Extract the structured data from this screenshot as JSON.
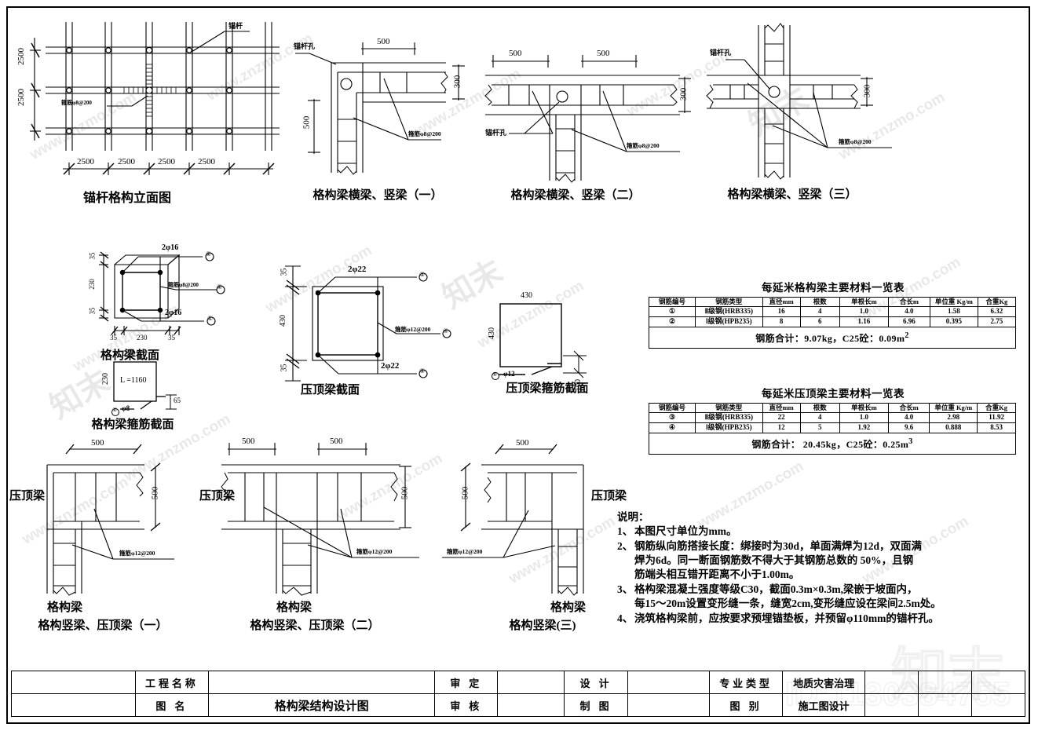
{
  "sheet": {
    "units_note": "mm"
  },
  "details": {
    "d1": {
      "caption": "锚杆格构立面图",
      "labels": {
        "anchor": "锚杆",
        "stirrup": "箍筋φ8@200"
      },
      "dims_v": [
        "2500",
        "2500"
      ],
      "dims_h": [
        "2500",
        "2500",
        "2500",
        "2500"
      ]
    },
    "d2": {
      "caption": "格构梁横梁、竖梁（一）",
      "labels": {
        "hole": "锚杆孔",
        "stirrup": "箍筋φ8@200"
      },
      "dim_top": "500",
      "dim_left": "500",
      "dim_right": "300"
    },
    "d3": {
      "caption": "格构梁横梁、竖梁（二）",
      "labels": {
        "hole": "锚杆孔",
        "stirrup": "箍筋φ8@200"
      },
      "dim_left": "500",
      "dim_right": "500",
      "dim_depth": "300"
    },
    "d4": {
      "caption": "格构梁横梁、竖梁（三）",
      "labels": {
        "hole": "锚杆孔",
        "stirrup": "箍筋φ8@200"
      },
      "dim_depth": "300"
    },
    "d5": {
      "caption": "格构梁截面",
      "labels": {
        "top_bar": "2φ16",
        "bottom_bar": "2φ16",
        "stirrup": "箍筋φ8@200"
      },
      "marks": {
        "top": "②",
        "bottom": "①",
        "stirrup": "②"
      },
      "dims_v": [
        "35",
        "230",
        "35"
      ],
      "dims_h": [
        "35",
        "230",
        "35"
      ]
    },
    "d6": {
      "caption": "格构梁箍筋截面",
      "labels": {
        "width": "230",
        "height": "230",
        "length": "L =1160",
        "hook": "65",
        "bar": "φ8"
      },
      "mark": "②"
    },
    "d7": {
      "caption": "压顶梁截面",
      "labels": {
        "top_bar": "2φ22",
        "bottom_bar": "2φ22",
        "stirrup": "箍筋φ12@200"
      },
      "marks": {
        "top": "③",
        "bottom": "③",
        "stirrup": "④"
      },
      "dims_v": [
        "35",
        "430",
        "35"
      ]
    },
    "d8": {
      "caption": "压顶梁箍筋截面",
      "labels": {
        "width": "430",
        "height": "430",
        "bar": "φ12",
        "hook": "100"
      },
      "mark": "④"
    },
    "d9": {
      "caption": "格构竖梁、压顶梁（一）",
      "labels": {
        "cap_beam": "压顶梁",
        "lattice_beam": "格构梁",
        "stirrup": "箍筋φ12@200"
      },
      "dim_top": "500",
      "dim_right": "500"
    },
    "d10": {
      "caption": "格构竖梁、压顶梁（二）",
      "labels": {
        "cap_beam": "压顶梁",
        "lattice_beam": "格构梁",
        "stirrup": "箍筋φ12@200"
      },
      "dim_left": "500",
      "dim_right": "500",
      "dim_depth": "500"
    },
    "d11": {
      "caption": "格构竖梁(三)",
      "labels": {
        "cap_beam": "压顶梁",
        "lattice_beam": "格构梁",
        "stirrup": "箍筋φ12@200"
      },
      "dim_top": "500",
      "dim_left": "500"
    }
  },
  "table_lattice": {
    "title": "每延米格构梁主要材料一览表",
    "headers": [
      "钢筋编号",
      "钢筋类型",
      "直径mm",
      "根数",
      "单根长m",
      "合长m",
      "单位重 Kg/m",
      "合重Kg"
    ],
    "rows": [
      [
        "①",
        "Ⅱ级钢(HRB335)",
        "16",
        "4",
        "1.0",
        "4.0",
        "1.58",
        "6.32"
      ],
      [
        "②",
        "Ⅰ级钢(HPB235)",
        "8",
        "6",
        "1.16",
        "6.96",
        "0.395",
        "2.75"
      ]
    ],
    "summary": "钢筋合计：9.07kg，C25砼：0.09m",
    "summary_sup": "2"
  },
  "table_cap": {
    "title": "每延米压顶梁主要材料一览表",
    "headers": [
      "钢筋编号",
      "钢筋类型",
      "直径mm",
      "根数",
      "单根长m",
      "合长m",
      "单位重 Kg/m",
      "合重Kg"
    ],
    "rows": [
      [
        "③",
        "Ⅱ级钢(HRB335)",
        "22",
        "4",
        "1.0",
        "4.0",
        "2.98",
        "11.92"
      ],
      [
        "④",
        "Ⅰ级钢(HPB235)",
        "12",
        "5",
        "1.92",
        "9.6",
        "0.888",
        "8.53"
      ]
    ],
    "summary": "钢筋合计： 20.45kg，C25砼：0.25m",
    "summary_sup": "3"
  },
  "notes": {
    "title": "说明：",
    "items": [
      {
        "num": "1、",
        "lines": [
          "本图尺寸单位为mm。"
        ]
      },
      {
        "num": "2、",
        "lines": [
          "钢筋纵向筋搭接长度：绑接时为30d，单面满焊为12d，双面满",
          "焊为6d。同一断面钢筋数不得大于其钢筋总数的 50%，且钢",
          "筋端头相互错开距离不小于1.00m。"
        ]
      },
      {
        "num": "3、",
        "lines": [
          "格构梁混凝土强度等级C30，截面0.3m×0.3m,梁嵌于坡面内，",
          "每15～20m设置变形缝一条，缝宽2cm,变形缝应设在梁间2.5m处。"
        ]
      },
      {
        "num": "4、",
        "lines": [
          "浇筑格构梁前，应按要求预埋锚垫板，并预留φ110mm的锚杆孔。"
        ]
      }
    ]
  },
  "titleblock": {
    "r1": {
      "c2": "工程名称",
      "c3": "",
      "c4": "审  定",
      "c5": "",
      "c6": "设  计",
      "c7": "",
      "c8": "专业类型",
      "c9": "地质灾害治理",
      "c10": "",
      "c11": "",
      "c12": ""
    },
    "r2": {
      "c2": "图  名",
      "c3": "格构梁结构设计图",
      "c4": "审  核",
      "c5": "",
      "c6": "制  图",
      "c7": "",
      "c8": "图  别",
      "c9": "施工图设计",
      "c10": "",
      "c11": "",
      "c12": ""
    }
  },
  "watermarks": {
    "site_a": "www.znzmo.com",
    "site_b": "知末",
    "id": "ID:1130384755"
  }
}
